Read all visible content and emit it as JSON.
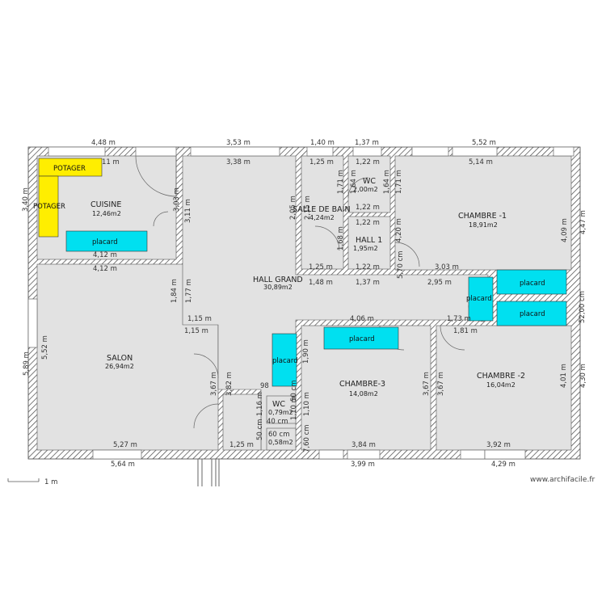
{
  "rooms": [
    {
      "name": "CUISINE",
      "area": "12,46m2"
    },
    {
      "name": "SALON",
      "area": "26,94m2"
    },
    {
      "name": "HALL GRAND",
      "area": "30,89m2"
    },
    {
      "name": "SALLE DE BAIN",
      "area": "4,24m2"
    },
    {
      "name": "WC",
      "area": "2,00m2"
    },
    {
      "name": "HALL 1",
      "area": "1,95m2"
    },
    {
      "name": "CHAMBRE -1",
      "area": "18,91m2"
    },
    {
      "name": "CHAMBRE-3",
      "area": "14,08m2"
    },
    {
      "name": "CHAMBRE -2",
      "area": "16,04m2"
    },
    {
      "name": "WC",
      "area": "0,79m2"
    },
    {
      "name": "",
      "area": "0,58m2"
    }
  ],
  "fixtures": {
    "potager": "POTAGER",
    "placard": "placard"
  },
  "dims": [
    "4,48 m",
    "3,53 m",
    "1,40 m",
    "1,37 m",
    "5,52 m",
    "11 m",
    "3,38 m",
    "1,25 m",
    "1,22 m",
    "5,14 m",
    "3,40 m",
    "3,03 m",
    "3,11 m",
    "2,05 m",
    "2,15 m",
    "1,71 m",
    "1,64 m",
    "1,64 m",
    "1,71 m",
    "1,22 m",
    "1,22 m",
    "1,68 m",
    "4,20 m",
    "5,70 cm",
    "4,09 m",
    "4,47 m",
    "4,12 m",
    "4,12 m",
    "1,25 m",
    "1,22 m",
    "3,03 m",
    "1,48 m",
    "1,37 m",
    "2,95 m",
    "1,84 m",
    "1,77 m",
    "1,15 m",
    "1,15 m",
    "4,06 m",
    "1,73 m",
    "1,81 m",
    "52,00 cm",
    "5,89 m",
    "5,52 m",
    "1,90 m",
    "3,67 m",
    "3,82 m",
    "3,67 m",
    "3,67 m",
    "4,01 m",
    "4,30 m",
    "98",
    "1,16 m",
    "1,10 m",
    "5,27 m",
    "1,25 m",
    "3,84 m",
    "3,92 m",
    "5,64 m",
    "3,99 m",
    "4,29 m",
    "50 cm",
    "50 cm",
    "1,10 m",
    "40 cm",
    "60 cm",
    "7,60 cm"
  ],
  "scale_label": "1 m",
  "watermark": "www.archifacile.fr",
  "colors": {
    "wall_hatch": "#444444",
    "floor": "#e2e2e2",
    "potager": "#ffee00",
    "placard": "#00e0f0",
    "page": "#ffffff"
  }
}
